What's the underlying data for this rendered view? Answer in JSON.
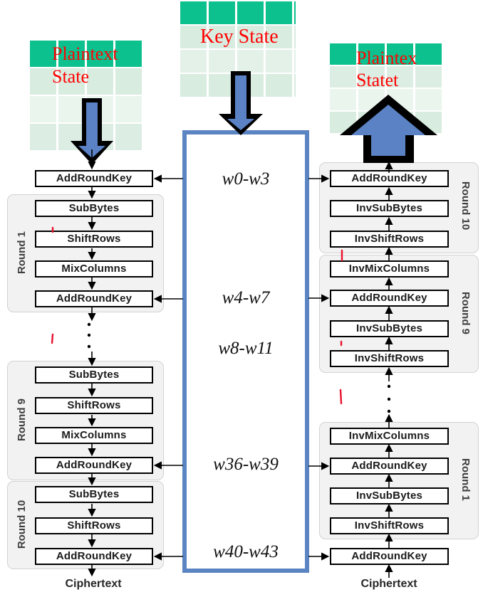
{
  "states": {
    "plaintext_input": {
      "line1": "Plaintext",
      "line2": "State"
    },
    "key": {
      "label": "Key State"
    },
    "plaintext_output": {
      "line1": "Plaintex",
      "line2": "Statet"
    }
  },
  "key_schedule": {
    "words": [
      "w0-w3",
      "w4-w7",
      "w8-w11",
      "w36-w39",
      "w40-w43"
    ]
  },
  "encryption": {
    "initial_step": "AddRoundKey",
    "rounds": [
      {
        "label": "Round 1",
        "steps": [
          "SubBytes",
          "ShiftRows",
          "MixColumns",
          "AddRoundKey"
        ]
      },
      {
        "label": "Round 9",
        "steps": [
          "SubBytes",
          "ShiftRows",
          "MixColumns",
          "AddRoundKey"
        ]
      },
      {
        "label": "Round 10",
        "steps": [
          "SubBytes",
          "ShiftRows",
          "AddRoundKey"
        ]
      }
    ],
    "output": "Ciphertext"
  },
  "decryption": {
    "rounds": [
      {
        "label": "Round 10",
        "steps": [
          "AddRoundKey",
          "InvSubBytes",
          "InvShiftRows"
        ]
      },
      {
        "label": "Round 9",
        "steps": [
          "InvMixColumns",
          "AddRoundKey",
          "InvSubBytes",
          "InvShiftRows"
        ]
      },
      {
        "label": "Round 1",
        "steps": [
          "InvMixColumns",
          "AddRoundKey",
          "InvSubBytes",
          "InvShiftRows"
        ]
      }
    ],
    "final_step": "AddRoundKey",
    "input": "Ciphertext"
  },
  "colors": {
    "state_header_green": "#0cc18d",
    "state_cell_light": "#d8ecdf",
    "state_cell_lighter": "#eaf5ee",
    "block_arrow_blue": "#5b82c4",
    "key_box_border_blue": "#5b84c2",
    "label_red": "#ff0202",
    "round_group_gray": "#f2f2f2",
    "pen_mark_red": "#e8112d"
  }
}
